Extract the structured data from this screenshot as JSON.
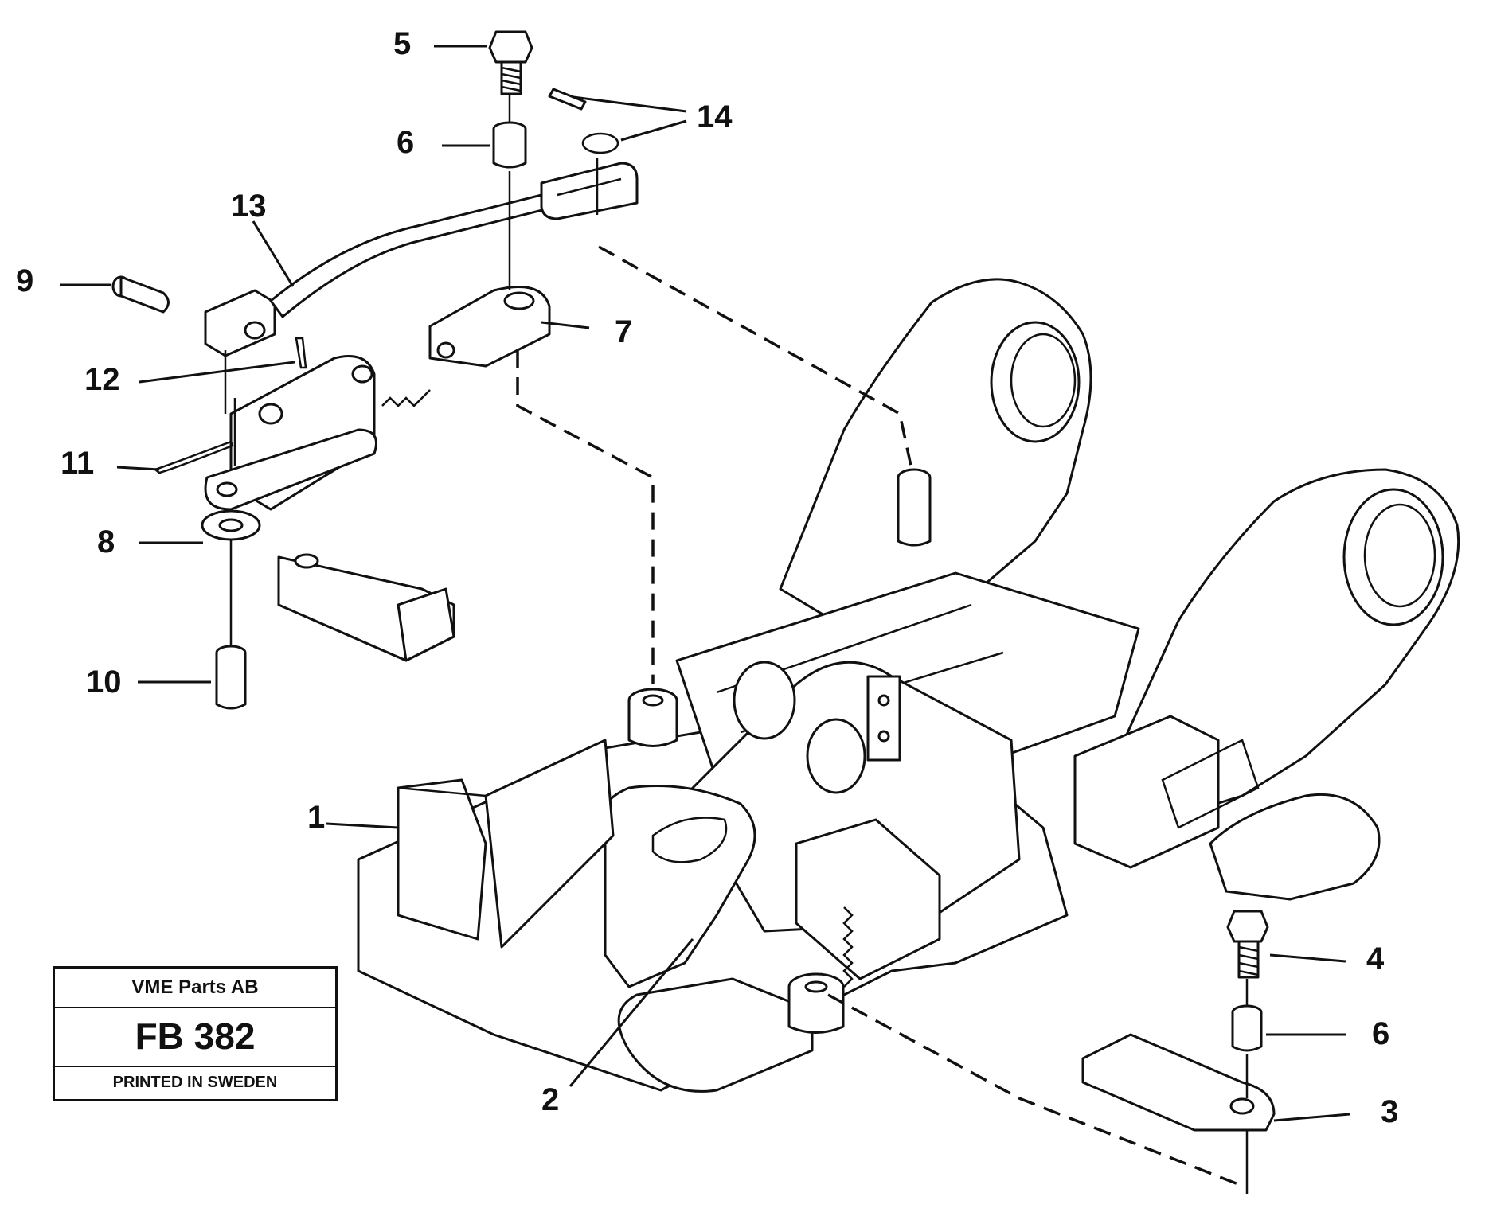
{
  "stamp": {
    "company": "VME Parts AB",
    "code": "FB 382",
    "printed": "PRINTED IN SWEDEN"
  },
  "callouts": {
    "c1": "1",
    "c2": "2",
    "c3": "3",
    "c4": "4",
    "c5": "5",
    "c6a": "6",
    "c6b": "6",
    "c7": "7",
    "c8": "8",
    "c9": "9",
    "c10": "10",
    "c11": "11",
    "c12": "12",
    "c13": "13",
    "c14": "14"
  }
}
